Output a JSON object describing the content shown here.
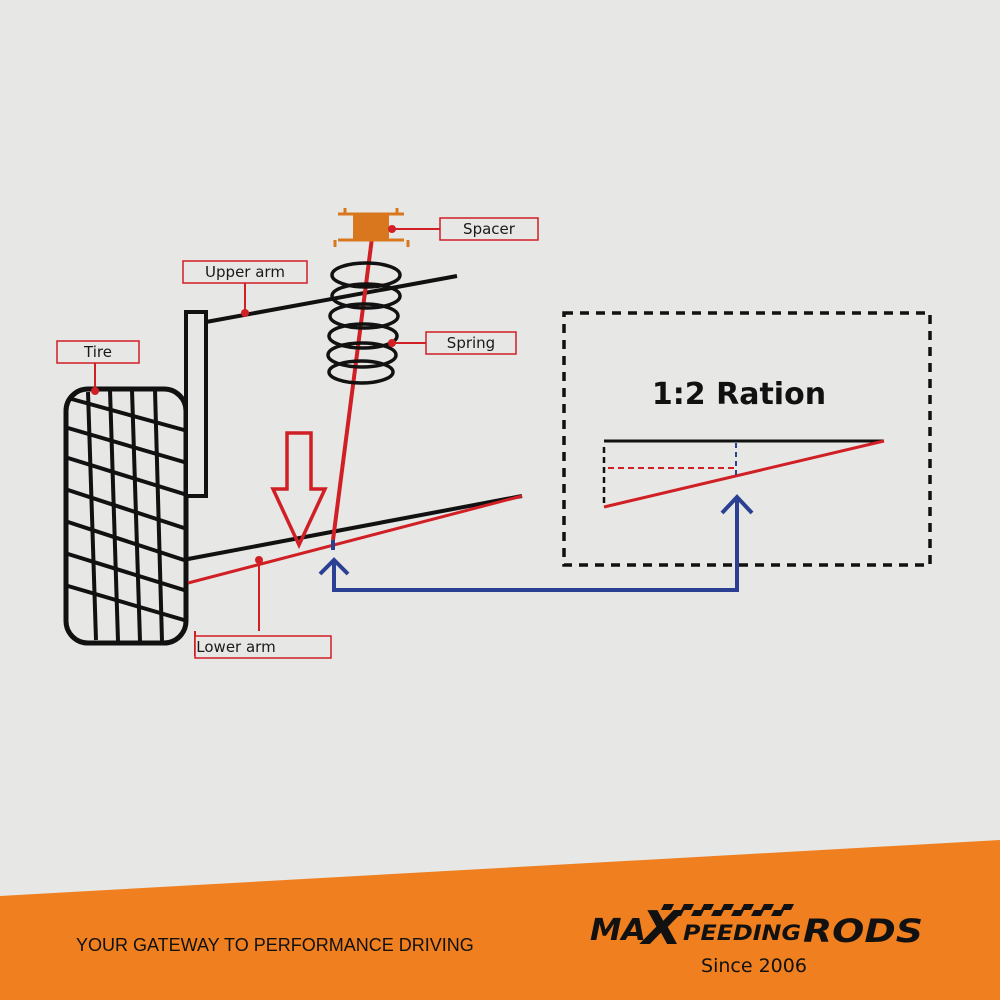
{
  "labels": {
    "spacer": "Spacer",
    "upper_arm": "Upper arm",
    "spring": "Spring",
    "tire": "Tire",
    "lower_arm": "Lower arm"
  },
  "ratio_title": "1:2 Ration",
  "footer": {
    "tagline": "YOUR GATEWAY TO PERFORMANCE DRIVING",
    "logo_part1": "MA",
    "logo_x": "X",
    "logo_part2": "PEEDING",
    "logo_part3": "RODS",
    "since": "Since 2006"
  },
  "colors": {
    "accent_red": "#d11f26",
    "arrow_blue": "#2b3f93",
    "footer_orange": "#ef7f1f",
    "spacer_orange": "#d9771f",
    "line_black": "#111111"
  }
}
